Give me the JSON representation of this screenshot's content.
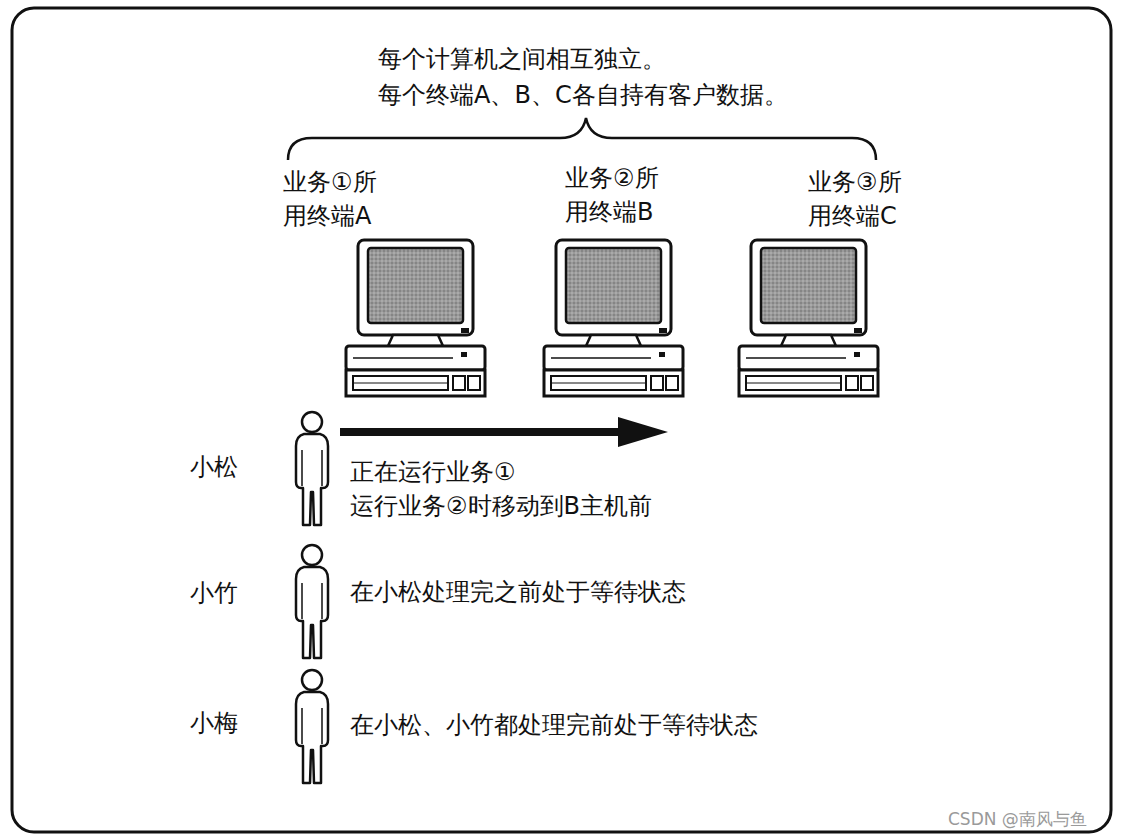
{
  "diagram": {
    "labels": [
      "每个计算机之间相互独立。",
      "每个终端A、B、C各自持有客户数据。",
      "业务①所 用终端A",
      "业务②所 用终端B",
      "业务③所 用终端C",
      "小松",
      "正在运行业务①",
      "运行业务②时移动到B主机前",
      "小竹",
      "在小松处理完之前处于等待状态",
      "小梅",
      "在小松、小竹都处理完前处于等待状态",
      "CSDN @南风与鱼"
    ]
  }
}
